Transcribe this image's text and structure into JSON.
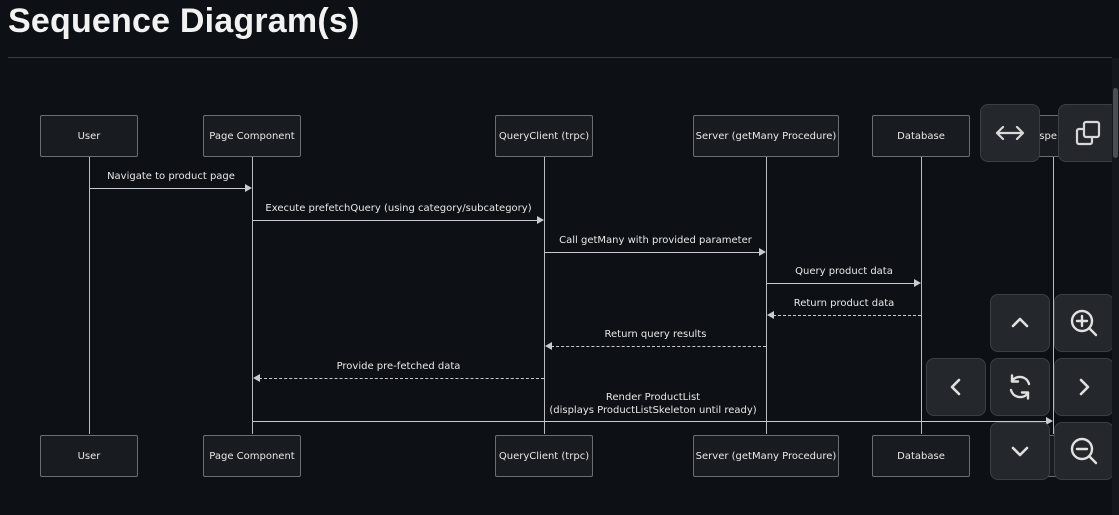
{
  "page": {
    "title": "Sequence Diagram(s)"
  },
  "participants": [
    {
      "label": "User"
    },
    {
      "label": "Page Component"
    },
    {
      "label": "QueryClient (trpc)"
    },
    {
      "label": "Server (getMany Procedure)"
    },
    {
      "label": "Database"
    },
    {
      "label": "spe"
    }
  ],
  "messages": [
    {
      "text": "Navigate to product page",
      "style": "solid"
    },
    {
      "text": "Execute prefetchQuery (using category/subcategory)",
      "style": "solid"
    },
    {
      "text": "Call getMany with provided parameter",
      "style": "solid"
    },
    {
      "text": "Query product data",
      "style": "solid"
    },
    {
      "text": "Return product data",
      "style": "dashed"
    },
    {
      "text": "Return query results",
      "style": "dashed"
    },
    {
      "text": "Provide pre-fetched data",
      "style": "dashed"
    },
    {
      "text": "Render ProductList",
      "text2": "(displays ProductListSkeleton until ready)",
      "style": "solid"
    }
  ],
  "controls": {
    "fit_width": "arrows-left-right-icon",
    "copy": "copy-icon",
    "pan_up": "chevron-up-icon",
    "pan_left": "chevron-left-icon",
    "reset": "refresh-icon",
    "pan_right": "chevron-right-icon",
    "pan_down": "chevron-down-icon",
    "zoom_in": "zoom-in-icon",
    "zoom_out": "zoom-out-icon"
  },
  "colors": {
    "background": "#0d1014",
    "actor_fill": "#181b1f",
    "control_fill": "#24272c"
  }
}
